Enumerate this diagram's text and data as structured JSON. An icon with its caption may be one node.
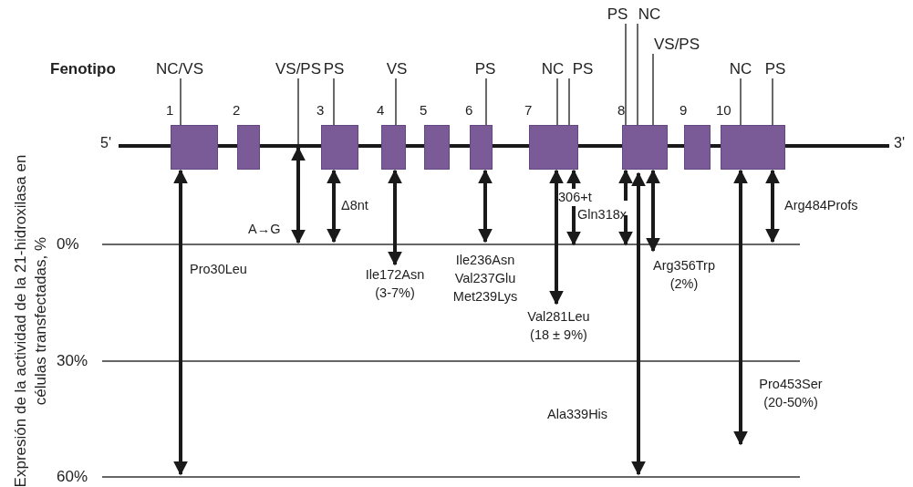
{
  "diagram": {
    "nodes": [
      {
        "text": [],
        "shape": "bar",
        "beside": [
          "5'",
          "3'"
        ]
      },
      {
        "text": [
          "1"
        ]
      },
      {
        "text": [
          "2"
        ]
      },
      {
        "text": [
          "3"
        ]
      },
      {
        "text": [
          "4"
        ]
      },
      {
        "text": [
          "5"
        ]
      },
      {
        "text": [
          "6"
        ]
      },
      {
        "text": [
          "7"
        ]
      },
      {
        "text": [
          "8"
        ]
      },
      {
        "text": [
          "9"
        ]
      },
      {
        "text": [
          "10"
        ]
      },
      {
        "text": [
          "NC/VS"
        ]
      },
      {
        "text": [
          "VS/PS"
        ]
      },
      {
        "text": [
          "PS"
        ]
      },
      {
        "text": [
          "VS"
        ]
      },
      {
        "text": [
          "PS"
        ]
      },
      {
        "text": [
          "NC"
        ]
      },
      {
        "text": [
          "PS"
        ]
      },
      {
        "text": [
          "PS"
        ]
      },
      {
        "text": [
          "NC"
        ]
      },
      {
        "text": [
          "VS/PS"
        ]
      },
      {
        "text": [
          "NC"
        ]
      },
      {
        "text": [
          "PS"
        ]
      }
    ],
    "edges": [
      {
        "from": 11,
        "to": 1,
        "arrow": "none"
      },
      {
        "from": 12,
        "to": 0,
        "arrow": "none"
      },
      {
        "from": 13,
        "to": 3,
        "arrow": "none"
      },
      {
        "from": 14,
        "to": 4,
        "arrow": "none"
      },
      {
        "from": 15,
        "to": 6,
        "arrow": "none"
      },
      {
        "from": 16,
        "to": 7,
        "arrow": "none"
      },
      {
        "from": 17,
        "to": 7,
        "arrow": "none"
      },
      {
        "from": 18,
        "to": 8,
        "arrow": "none"
      },
      {
        "from": 19,
        "to": 8,
        "arrow": "none"
      },
      {
        "from": 20,
        "to": 8,
        "arrow": "none"
      },
      {
        "from": 21,
        "to": 10,
        "arrow": "none"
      },
      {
        "from": 22,
        "to": 10,
        "arrow": "none"
      },
      {
        "from": 1,
        "to": null,
        "arrow": "both",
        "style": "thick",
        "label": "Pro30Leu"
      },
      {
        "from": 0,
        "to": null,
        "arrow": "both",
        "style": "thick",
        "label": "A→G"
      },
      {
        "from": 3,
        "to": null,
        "arrow": "both",
        "style": "thick",
        "label": "Δ8nt"
      },
      {
        "from": 4,
        "to": null,
        "arrow": "both",
        "style": "thick",
        "label": "Ile172Asn (3-7%)"
      },
      {
        "from": 6,
        "to": null,
        "arrow": "both",
        "style": "thick",
        "label": "Ile236Asn Val237Glu Met239Lys"
      },
      {
        "from": 7,
        "to": null,
        "arrow": "both",
        "style": "thick",
        "label": "Val281Leu (18 ± 9%)"
      },
      {
        "from": 7,
        "to": null,
        "arrow": "both",
        "style": "thick",
        "label": "306+t"
      },
      {
        "from": 8,
        "to": null,
        "arrow": "both",
        "style": "thick",
        "label": "Gln318x"
      },
      {
        "from": 8,
        "to": null,
        "arrow": "both",
        "style": "thick",
        "label": "Ala339His"
      },
      {
        "from": 8,
        "to": null,
        "arrow": "both",
        "style": "thick",
        "label": "Arg356Trp (2%)"
      },
      {
        "from": 10,
        "to": null,
        "arrow": "both",
        "style": "thick",
        "label": "Pro453Ser (20-50%)"
      },
      {
        "from": 10,
        "to": null,
        "arrow": "both",
        "style": "thick",
        "label": "Arg484Profs"
      }
    ],
    "labels": [
      "Fenotipo",
      "0%",
      "30%",
      "60%",
      "Expresión de la actividad de la 21-hidroxilasa en células transfectadas, %"
    ]
  }
}
